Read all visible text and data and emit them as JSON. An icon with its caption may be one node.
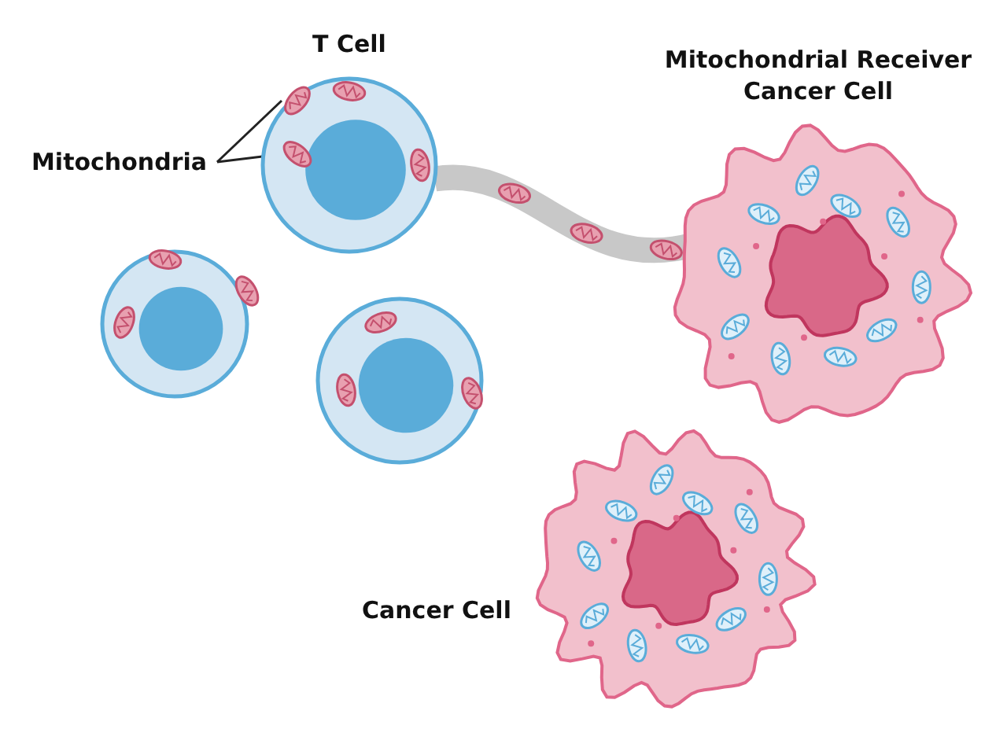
{
  "diagram": {
    "nodes": [
      {
        "text": [
          "T Cell"
        ]
      },
      {
        "text": [
          "Mitochondria"
        ]
      },
      {
        "text": [],
        "shape": "picture",
        "in": 0
      },
      {
        "text": [],
        "shape": "picture",
        "in": 0
      },
      {
        "text": [],
        "shape": "circle"
      },
      {
        "text": [],
        "shape": "circle"
      },
      {
        "text": [
          "Mitochondrial Receiver Cancer Cell"
        ]
      },
      {
        "text": [
          "Cancer Cell"
        ]
      }
    ],
    "edges": [
      {
        "from": 1,
        "to": 2,
        "arrow": "none"
      },
      {
        "from": 1,
        "to": 3,
        "arrow": "none"
      },
      {
        "from": 0,
        "to": 6,
        "arrow": "none",
        "style": "thick",
        "color": "#c8c8c8"
      }
    ]
  }
}
